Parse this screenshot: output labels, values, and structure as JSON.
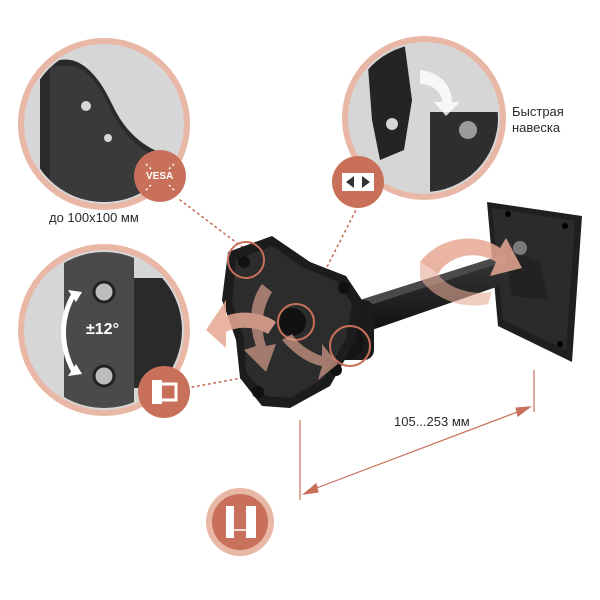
{
  "labels": {
    "vesa_caption": "до 100x100 мм",
    "quick_mount_line1": "Быстрая",
    "quick_mount_line2": "навеска",
    "extension_range": "105...253 мм",
    "vesa_badge": "VESA",
    "tilt_angle": "±12°"
  },
  "colors": {
    "accent": "#c8705a",
    "accent_light": "#e9b7a6",
    "arrow_fill": "#e7a894",
    "callout_bg": "#d9d9d9",
    "metal": "#1f1f1f",
    "dot_line": "#c8705a"
  },
  "icons": {
    "vesa_badge": "vesa-crosshair-icon",
    "quick_mount_badge": "slide-in-arrows-icon",
    "swivel_badge": "swivel-icon",
    "wall_distance_badge": "wall-distance-icon"
  }
}
